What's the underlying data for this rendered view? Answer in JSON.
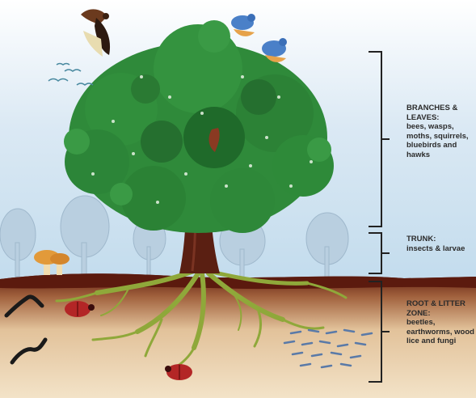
{
  "zones": {
    "branches": {
      "heading": "BRANCHES & LEAVES:",
      "organisms": "bees, wasps, moths, squirrels, bluebirds and hawks"
    },
    "trunk": {
      "heading": "TRUNK:",
      "organisms": "insects & larvae"
    },
    "root": {
      "heading": "ROOT & LITTER ZONE:",
      "organisms": "beetles, earthworms, wood lice and fungi"
    }
  },
  "colors": {
    "sky_top": "#cfe3f2",
    "sky_bottom": "#eaf2f8",
    "foliage": "#2f8a3a",
    "foliage_dark": "#1f6a2a",
    "trunk": "#5a1f12",
    "topsoil": "#5b1a0e",
    "soil": "#e8cfa6",
    "roots": "#8fa83a",
    "bracket": "#222222"
  },
  "icons": [
    "hawk-icon",
    "bluebird-icon",
    "mushroom-icon",
    "worm-icon",
    "beetle-icon",
    "woodlice-icon"
  ]
}
